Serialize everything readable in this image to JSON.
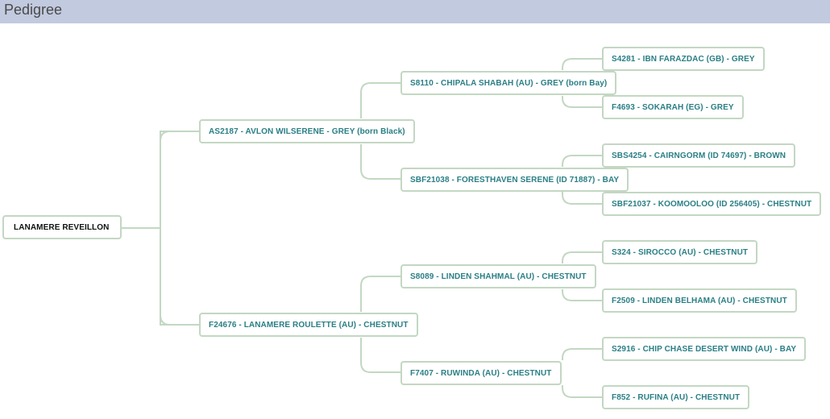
{
  "header": {
    "title": "Pedigree"
  },
  "pedigree": {
    "root": "LANAMERE REVEILLON",
    "sire": "AS2187 - AVLON WILSERENE - GREY (born Black)",
    "dam": "F24676 - LANAMERE ROULETTE (AU) - CHESTNUT",
    "sire_sire": "S8110 - CHIPALA SHABAH (AU) - GREY (born Bay)",
    "sire_dam": "SBF21038 - FORESTHAVEN SERENE (ID 71887) - BAY",
    "dam_sire": "S8089 - LINDEN SHAHMAL (AU) - CHESTNUT",
    "dam_dam": "F7407 - RUWINDA (AU) - CHESTNUT",
    "ggp": [
      "S4281 - IBN FARAZDAC (GB) - GREY",
      "F4693 - SOKARAH (EG) - GREY",
      "SBS4254 - CAIRNGORM (ID 74697) - BROWN",
      "SBF21037 - KOOMOOLOO (ID 256405) - CHESTNUT",
      "S324 - SIROCCO (AU) - CHESTNUT",
      "F2509 - LINDEN BELHAMA (AU) - CHESTNUT",
      "S2916 - CHIP CHASE DESERT WIND (AU) - BAY",
      "F852 - RUFINA (AU) - CHESTNUT"
    ]
  },
  "colors": {
    "link": "#2a7f85",
    "connector": "#c3d7c3",
    "header_bg": "#c2cadf"
  }
}
